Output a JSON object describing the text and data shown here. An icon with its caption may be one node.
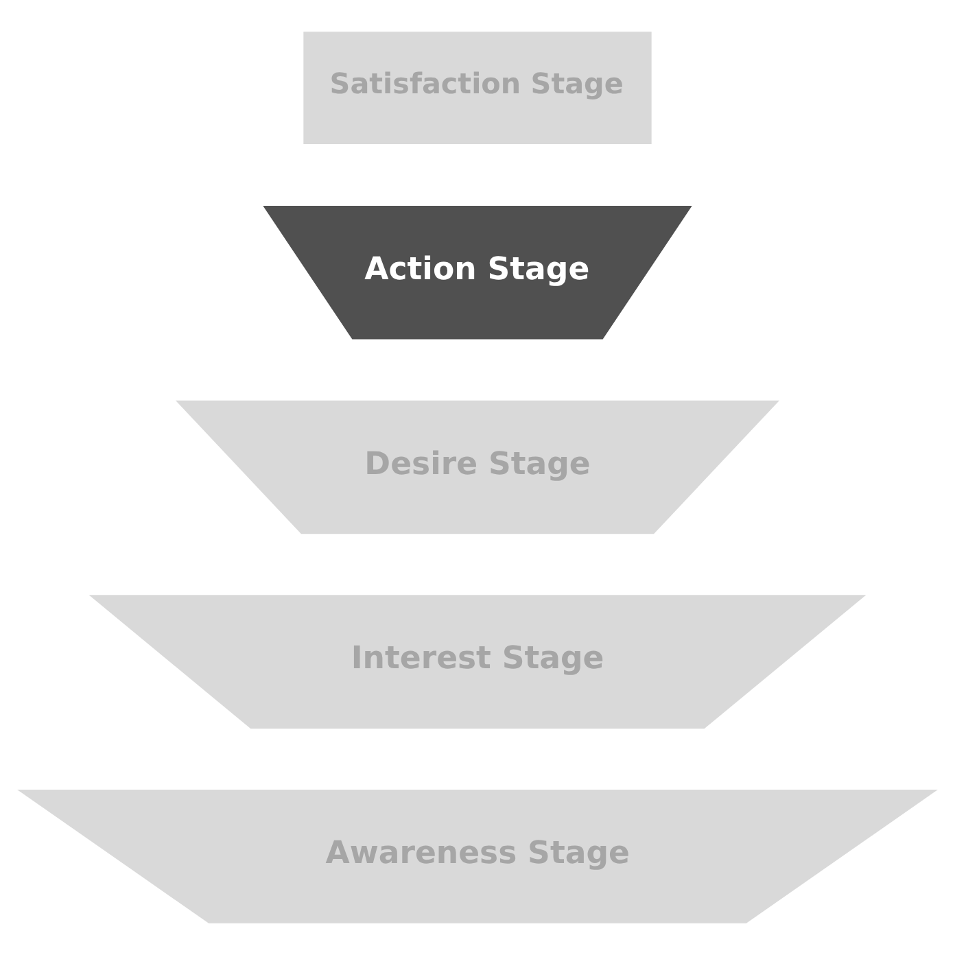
{
  "diagram": {
    "nodes": [
      {
        "text": [
          "Awareness Stage"
        ]
      },
      {
        "text": [
          "Interest Stage"
        ]
      },
      {
        "text": [
          "Desire Stage"
        ]
      },
      {
        "text": [
          "Action Stage"
        ]
      },
      {
        "text": [
          "Satisfaction Stage"
        ]
      }
    ]
  }
}
